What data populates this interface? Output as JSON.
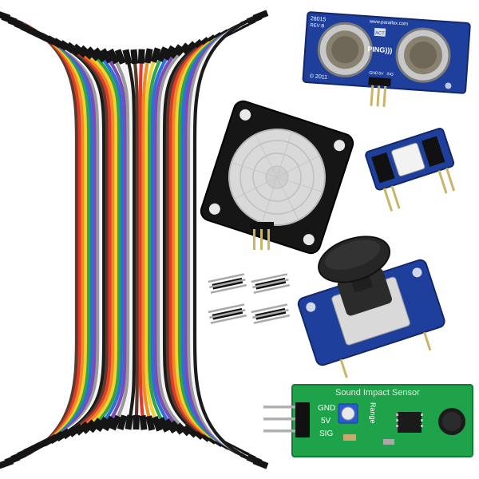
{
  "scene": {
    "ultrasonic": {
      "part_number": "28015",
      "revision": "REV B",
      "website": "www.parallax.com",
      "brand": "PING)))",
      "copyright": "© 2011",
      "pins": [
        "GND",
        "5V",
        "SIG"
      ],
      "chip_label": "ACT"
    },
    "sound_sensor": {
      "title": "Sound Impact Sensor",
      "pins": [
        "GND",
        "5V",
        "SIG"
      ],
      "range_label": "Range"
    },
    "colors": {
      "pcb_blue": "#1f3f9c",
      "pcb_green": "#1ea24a",
      "header_black": "#111111",
      "pin_gold": "#c9b46a",
      "wire_palette": [
        "#5a3a2a",
        "#e23b2e",
        "#f08a24",
        "#f2d22e",
        "#2ea44f",
        "#2e6fd8",
        "#7d4bb8",
        "#9a9a9a",
        "#f4f4f4",
        "#1b1b1b"
      ]
    }
  }
}
